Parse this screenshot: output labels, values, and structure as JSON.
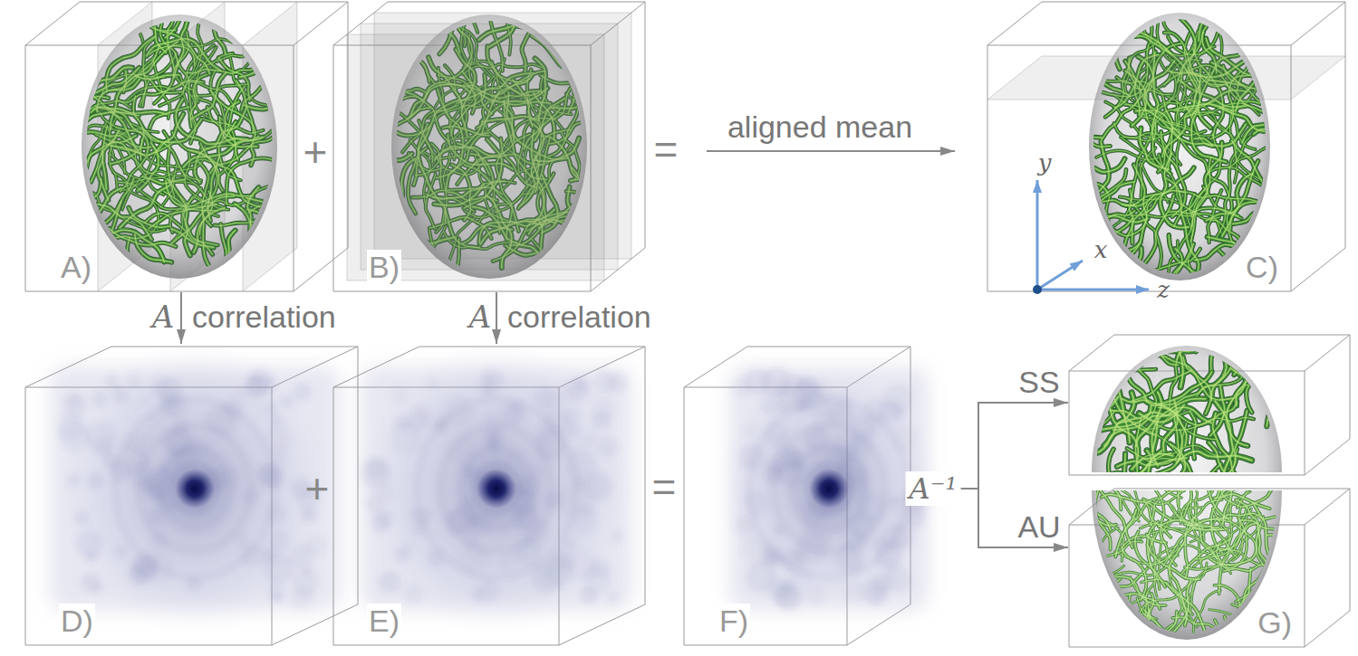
{
  "diagram": {
    "nodes": [
      {
        "text": [
          "A)"
        ]
      },
      {
        "text": [
          "B)"
        ]
      },
      {
        "text": [
          "C)"
        ]
      },
      {
        "text": [
          "D)"
        ]
      },
      {
        "text": [
          "E)"
        ]
      },
      {
        "text": [
          "F)"
        ]
      },
      {
        "text": [
          "G)"
        ]
      }
    ],
    "edges": [
      {
        "from": 0,
        "to": 3,
        "label": "correlation",
        "arrow": "to"
      },
      {
        "from": 1,
        "to": 4,
        "label": "correlation",
        "arrow": "to"
      },
      {
        "from": 5,
        "to": 6,
        "label": "SS",
        "arrow": "to"
      },
      {
        "from": 5,
        "to": 6,
        "label": "AU",
        "arrow": "to"
      }
    ],
    "labels": [
      "+",
      "=",
      "aligned mean",
      "y",
      "x",
      "z",
      "A",
      "A",
      "+",
      "=",
      "A⁻¹"
    ]
  }
}
